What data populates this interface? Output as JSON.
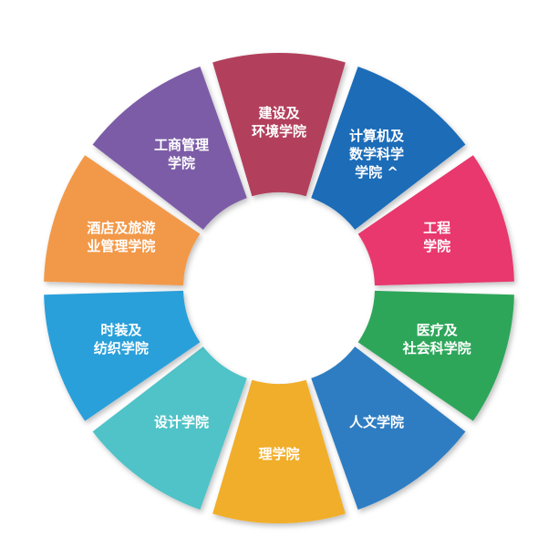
{
  "segments": [
    {
      "lines": [
        "建设及",
        "环境学院"
      ],
      "color": "#B23F5C"
    },
    {
      "lines": [
        "计算机及",
        "数学科学",
        "学院 ^"
      ],
      "color": "#1F6CB8"
    },
    {
      "lines": [
        "工程",
        "学院"
      ],
      "color": "#E8376E"
    },
    {
      "lines": [
        "医疗及",
        "社会科学院"
      ],
      "color": "#2FA65A"
    },
    {
      "lines": [
        "人文学院"
      ],
      "color": "#2E7DC2"
    },
    {
      "lines": [
        "理学院"
      ],
      "color": "#F1AE2C"
    },
    {
      "lines": [
        "设计学院"
      ],
      "color": "#4FC3C7"
    },
    {
      "lines": [
        "时装及",
        "纺织学院"
      ],
      "color": "#2AA0DA"
    },
    {
      "lines": [
        "酒店及旅游",
        "业管理学院"
      ],
      "color": "#F2994A"
    },
    {
      "lines": [
        "工商管理",
        "学院"
      ],
      "color": "#7C5BA6"
    }
  ]
}
